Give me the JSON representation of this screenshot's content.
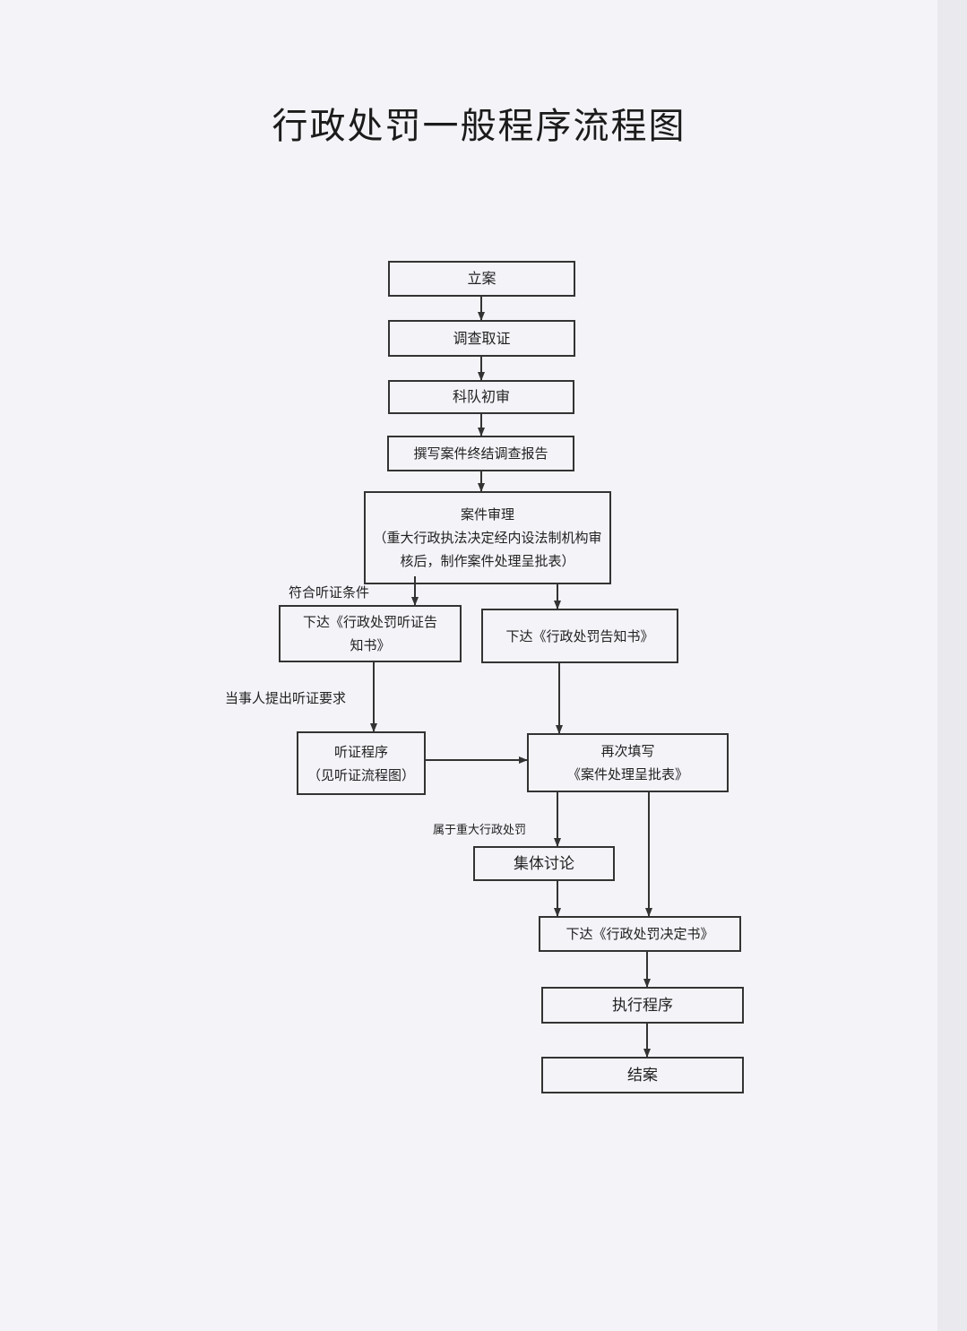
{
  "title": "行政处罚一般程序流程图",
  "nodes": {
    "lian": "立案",
    "diaocha": "调查取证",
    "chushen": "科队初审",
    "baogao": "撰写案件终结调查报告",
    "shenli": "案件审理\n（重大行政执法决定经内设法制机构审核后，制作案件处理呈批表）",
    "tingzheng_gaozhi": "下达《行政处罚听证告知书》",
    "gaozhi": "下达《行政处罚告知书》",
    "tingzheng": "听证程序\n（见听证流程图）",
    "zaici": "再次填写\n《案件处理呈批表》",
    "jiti": "集体讨论",
    "jueding": "下达《行政处罚决定书》",
    "zhixing": "执行程序",
    "jiean": "结案"
  },
  "labels": {
    "fuhe": "符合听证条件",
    "dangshiren": "当事人提出听证要求",
    "zhongda": "属于重大行政处罚"
  }
}
